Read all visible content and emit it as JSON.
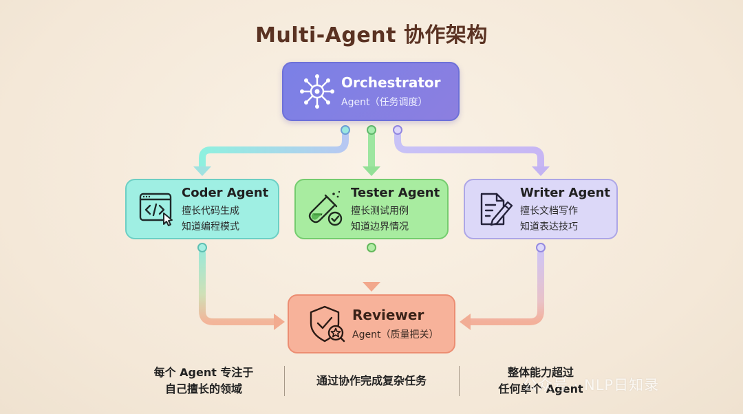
{
  "title": "Multi-Agent 协作架构",
  "orchestrator": {
    "name": "Orchestrator",
    "sub": "Agent（任务调度）"
  },
  "agents": [
    {
      "name": "Coder Agent",
      "line1": "擅长代码生成",
      "line2": "知道编程模式"
    },
    {
      "name": "Tester Agent",
      "line1": "擅长测试用例",
      "line2": "知道边界情况"
    },
    {
      "name": "Writer Agent",
      "line1": "擅长文档写作",
      "line2": "知道表达技巧"
    }
  ],
  "reviewer": {
    "name": "Reviewer",
    "sub": "Agent（质量把关）"
  },
  "footer": [
    {
      "line1": "每个 Agent 专注于",
      "line2": "自己擅长的领域"
    },
    {
      "line1": "通过协作完成复杂任务"
    },
    {
      "line1": "整体能力超过",
      "line2": "任何单个 Agent"
    }
  ],
  "watermark": "公众号 · NLP日知录",
  "colors": {
    "orchestrator": "#7b80e6",
    "coder": "#9fefe3",
    "tester": "#a8eca0",
    "writer": "#dcd8f8",
    "reviewer": "#f7b29a",
    "title": "#5a3222"
  },
  "icons": {
    "orchestrator": "network-hub-icon",
    "coder": "code-window-icon",
    "tester": "test-tube-check-icon",
    "writer": "document-pencil-icon",
    "reviewer": "shield-check-icon"
  }
}
